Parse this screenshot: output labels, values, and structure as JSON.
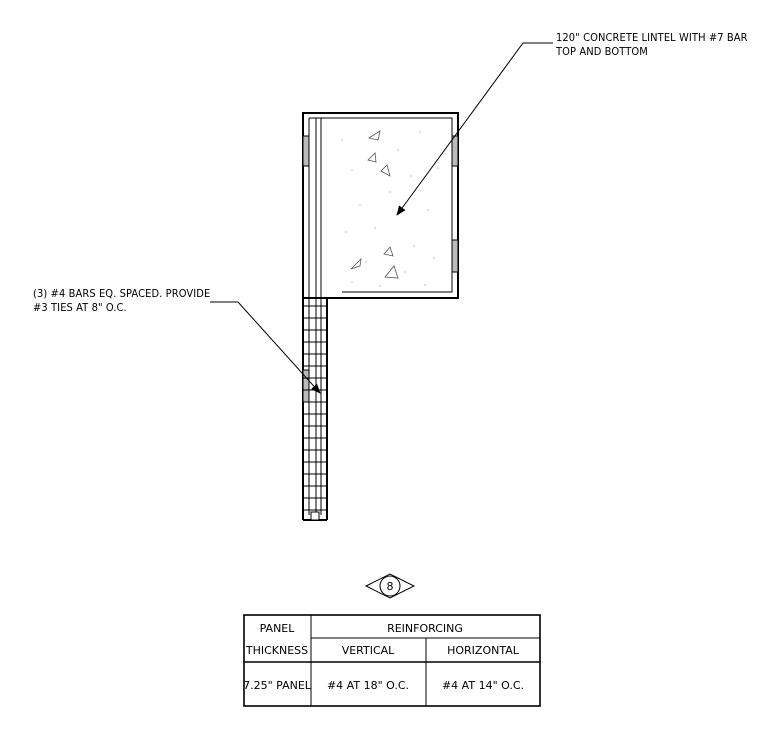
{
  "notes": {
    "lintel_line1": "120\" CONCRETE LINTEL WITH #7 BAR",
    "lintel_line2": "TOP AND BOTTOM",
    "bars_line1": "(3) #4 BARS EQ. SPACED. PROVIDE",
    "bars_line2": "#3 TIES AT 8\" O.C."
  },
  "detail_tag": "8",
  "schedule": {
    "col_panel": "PANEL",
    "col_thickness": "THICKNESS",
    "col_reinforcing": "REINFORCING",
    "col_vertical": "VERTICAL",
    "col_horizontal": "HORIZONTAL",
    "row": {
      "panel": "7.25\" PANEL",
      "vertical": "#4 AT 18\" O.C.",
      "horizontal": "#4 AT 14\" O.C."
    }
  }
}
